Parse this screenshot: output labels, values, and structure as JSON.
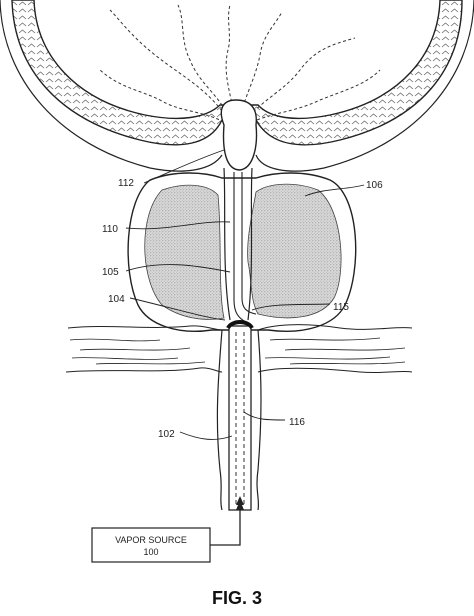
{
  "figure": {
    "caption": "FIG. 3",
    "vapor_source": {
      "line1": "VAPOR SOURCE",
      "line2": "100"
    },
    "labels": {
      "l112": "112",
      "l106": "106",
      "l110": "110",
      "l105": "105",
      "l104": "104",
      "l115": "115",
      "l116": "116",
      "l102": "102"
    }
  }
}
